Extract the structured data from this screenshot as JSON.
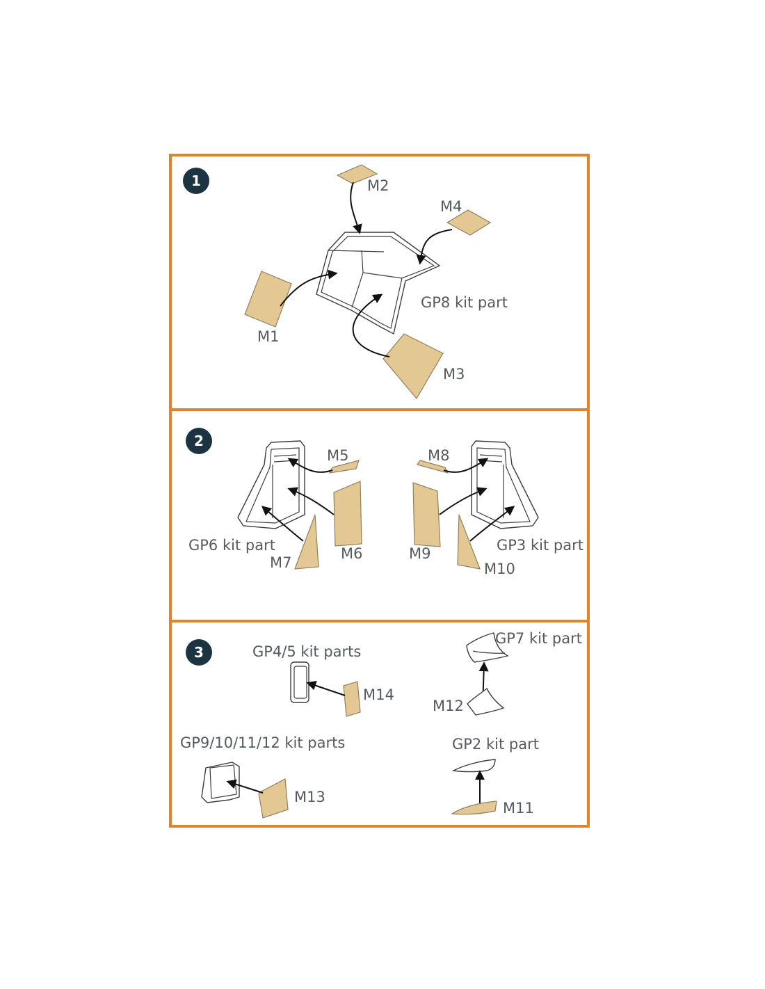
{
  "steps": [
    {
      "number": "1",
      "labels": {
        "m2": "M2",
        "m4": "M4",
        "gp8": "GP8 kit part",
        "m1": "M1",
        "m3": "M3"
      }
    },
    {
      "number": "2",
      "labels": {
        "m5": "M5",
        "m8": "M8",
        "gp6": "GP6 kit part",
        "gp3": "GP3 kit part",
        "m7": "M7",
        "m6": "M6",
        "m9": "M9",
        "m10": "M10"
      }
    },
    {
      "number": "3",
      "labels": {
        "gp45": "GP4/5 kit parts",
        "gp7": "GP7 kit part",
        "m14": "M14",
        "m12": "M12",
        "gp9": "GP9/10/11/12 kit parts",
        "gp2": "GP2 kit part",
        "m13": "M13",
        "m11": "M11"
      }
    }
  ],
  "colors": {
    "frame": "#e38228",
    "mask": "#e3c894",
    "badge": "#1c3442"
  }
}
